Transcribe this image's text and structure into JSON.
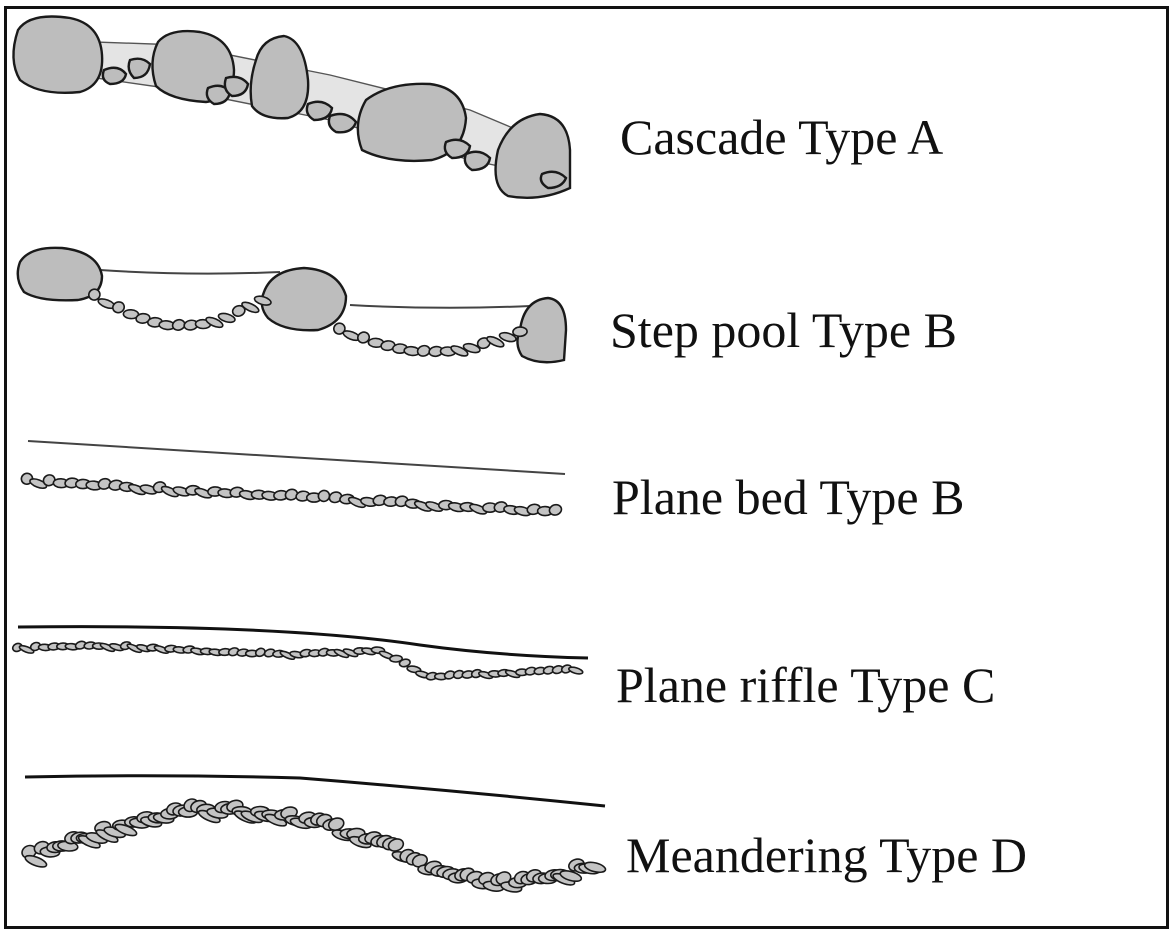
{
  "channel_types": [
    {
      "name": "Cascade Type A"
    },
    {
      "name": "Step pool Type B"
    },
    {
      "name": "Plane bed Type B"
    },
    {
      "name": "Plane riffle Type C"
    },
    {
      "name": "Meandering Type D"
    }
  ],
  "colors": {
    "stone_fill": "#bdbdbd",
    "outline": "#1a1a1a",
    "water": "#e4e4e4",
    "background": "#ffffff"
  }
}
